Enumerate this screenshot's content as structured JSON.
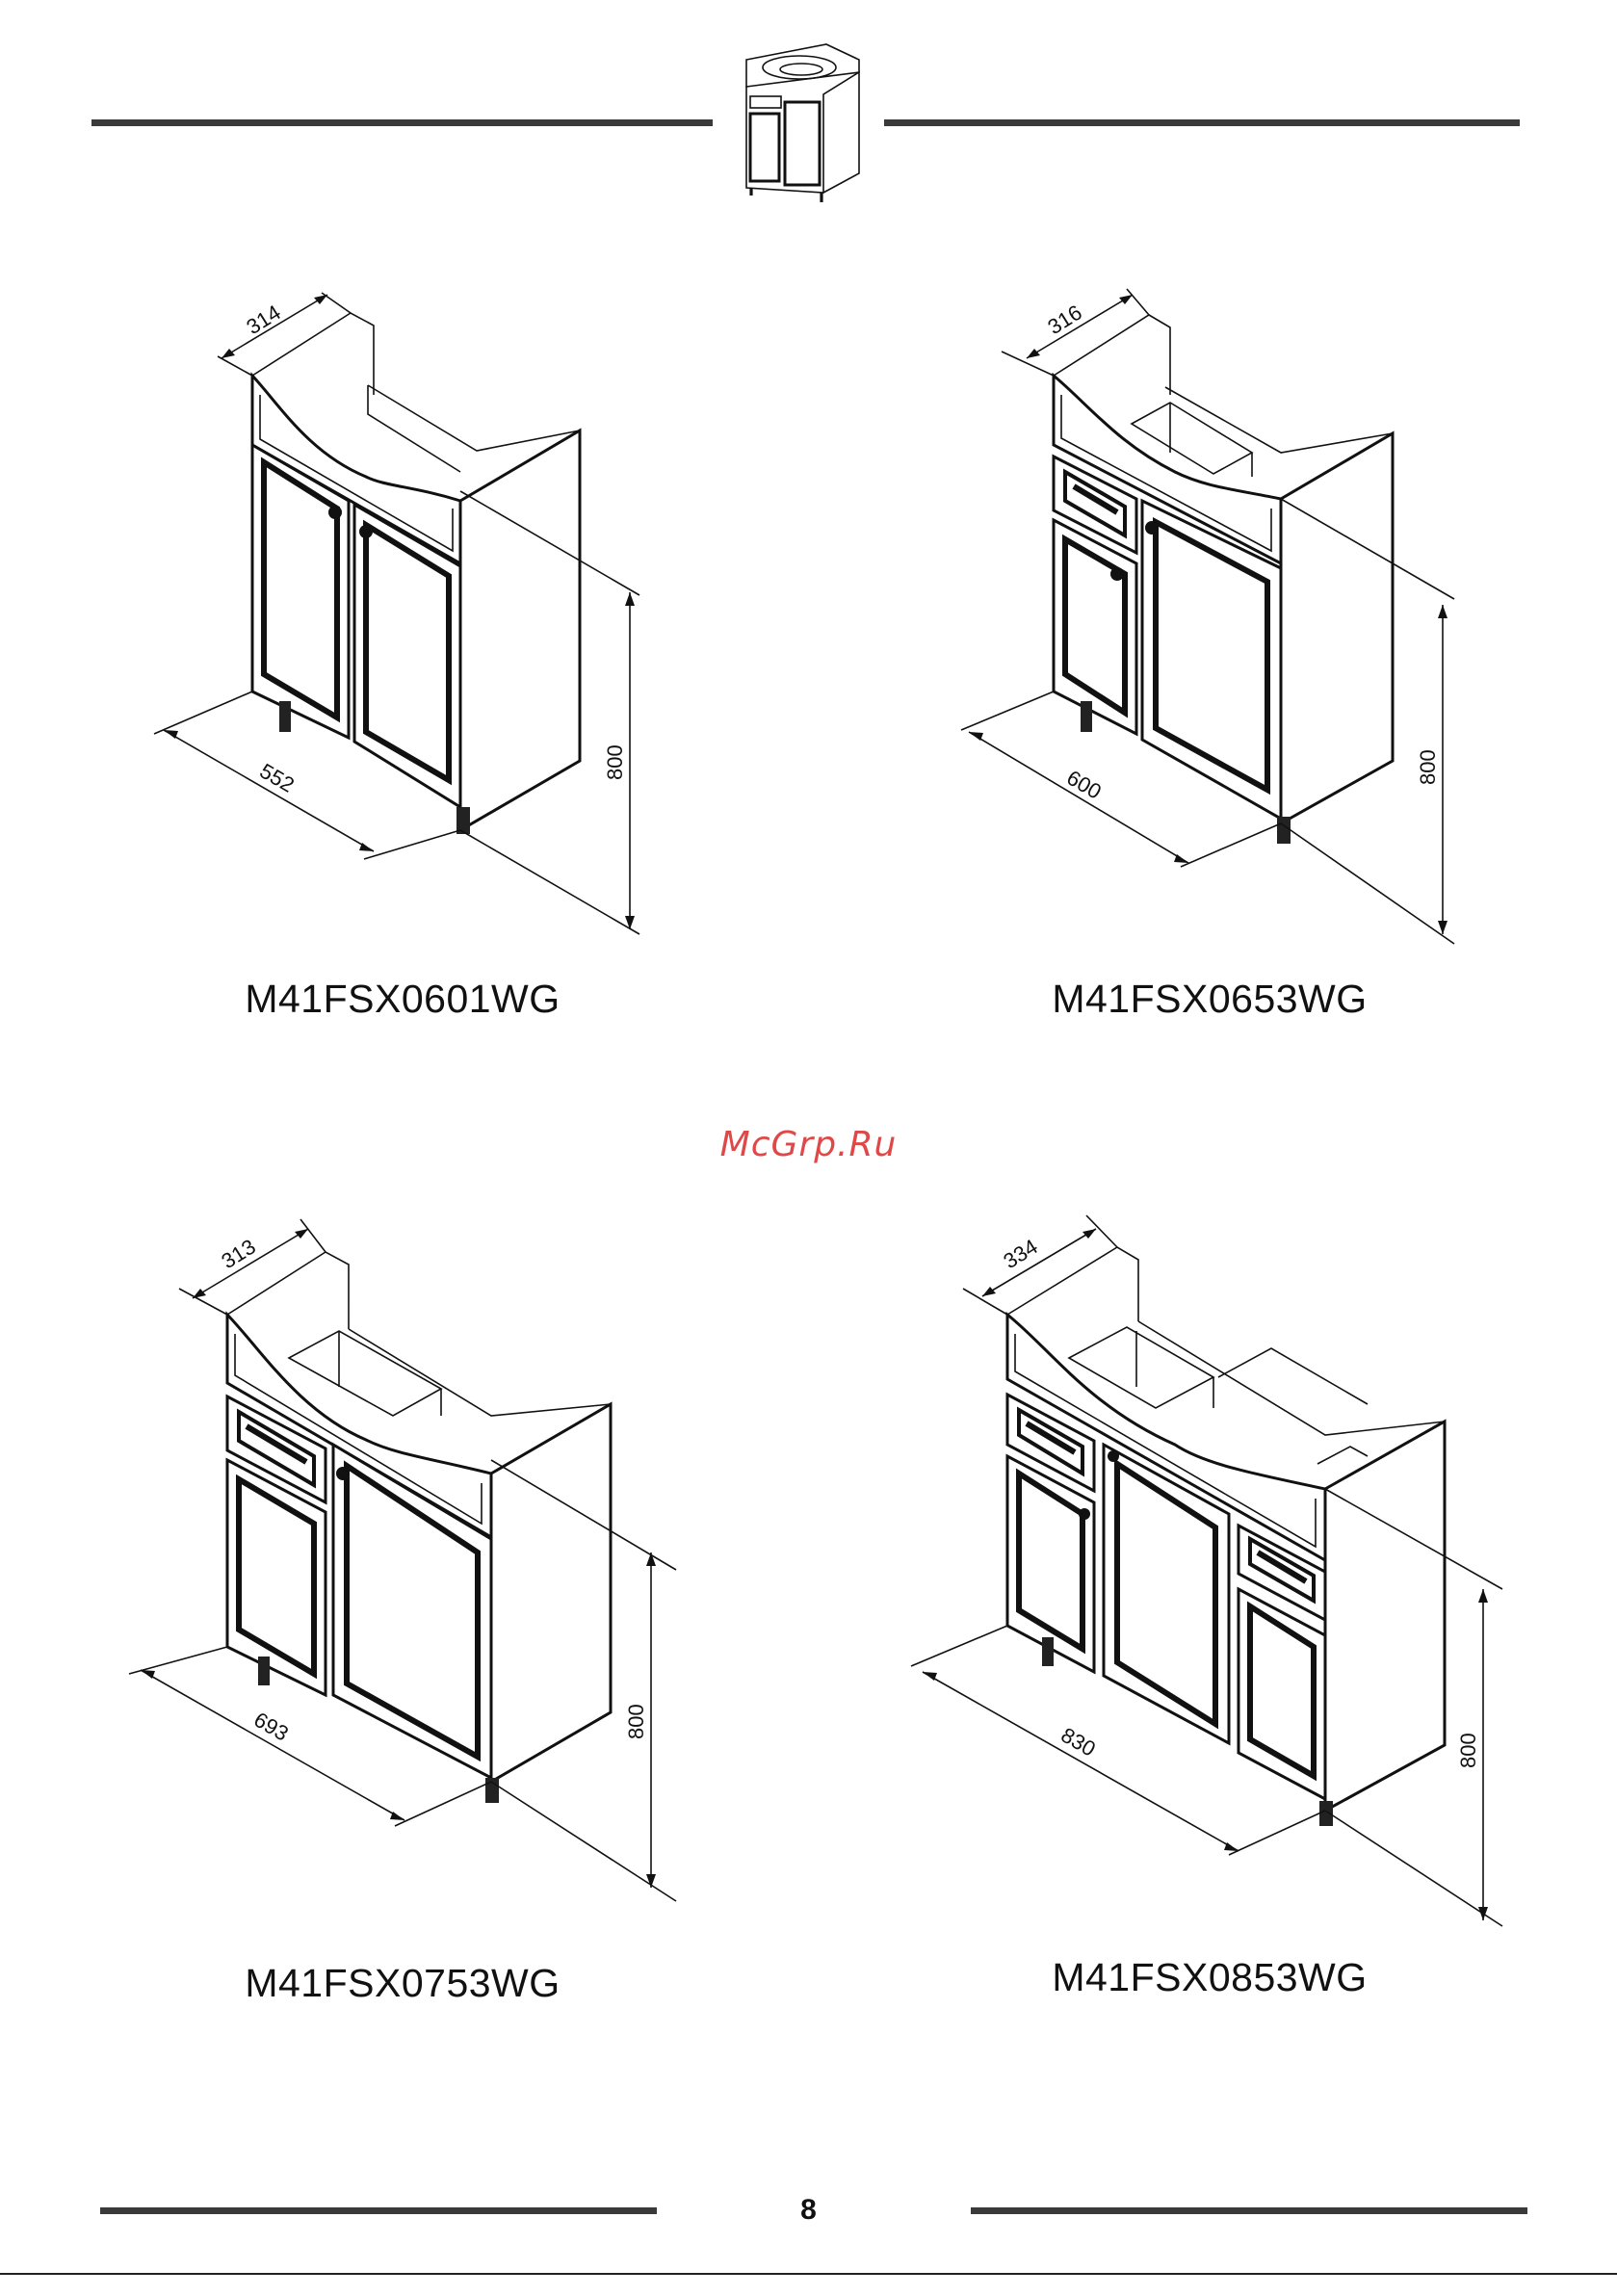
{
  "page_number": "8",
  "watermark": "McGrp.Ru",
  "header_icon": "vanity-cabinet-thumbnail-icon",
  "products": [
    {
      "model": "M41FSX0601WG",
      "width": "552",
      "depth": "314",
      "height": "800"
    },
    {
      "model": "M41FSX0653WG",
      "width": "600",
      "depth": "316",
      "height": "800"
    },
    {
      "model": "M41FSX0753WG",
      "width": "693",
      "depth": "313",
      "height": "800"
    },
    {
      "model": "M41FSX0853WG",
      "width": "830",
      "depth": "334",
      "height": "800"
    }
  ]
}
